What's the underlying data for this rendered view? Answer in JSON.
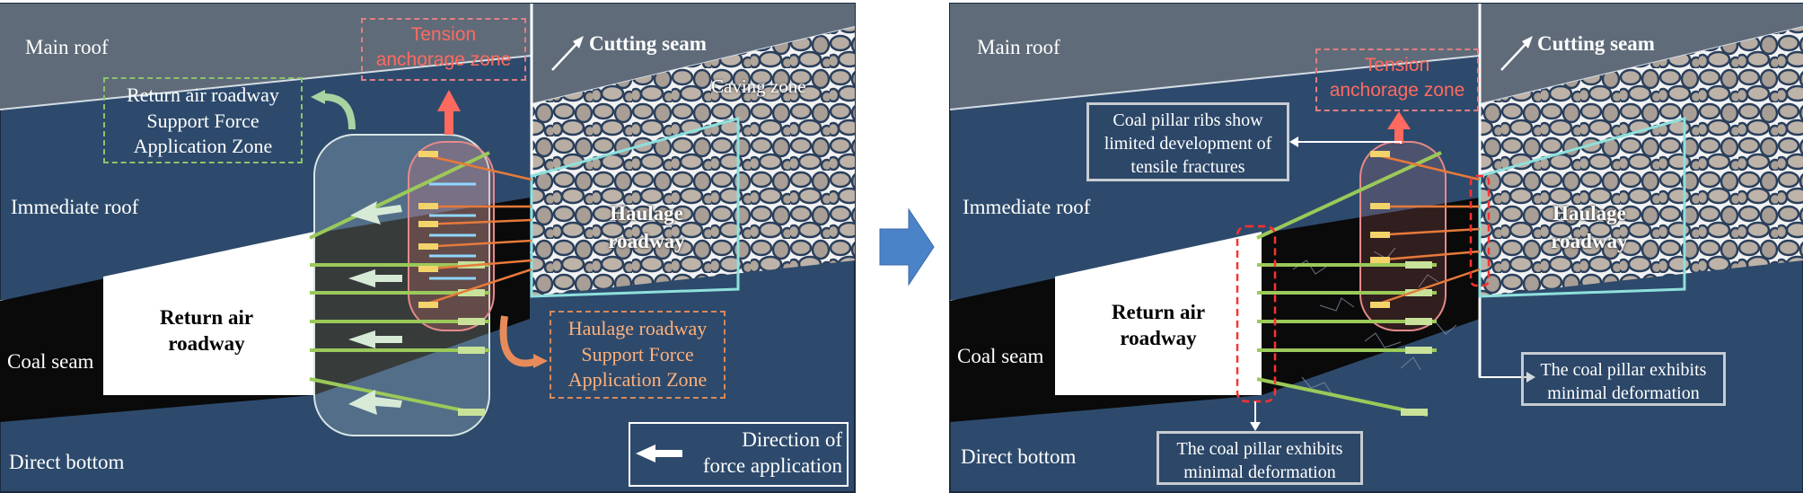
{
  "colors": {
    "rock_blue": "#2d4a6c",
    "main_roof_gray": "#5f6b79",
    "coal_black": "#0a0a0a",
    "roadway_white": "#ffffff",
    "tension_red": "#ff6a60",
    "green_bolt": "#9bc95a",
    "cable_orange": "#e67a3a",
    "teal_outline": "#8fe0dc"
  },
  "left_panel": {
    "labels": {
      "main_roof": "Main roof",
      "immediate_roof": "Immediate roof",
      "coal_seam": "Coal seam",
      "direct_bottom": "Direct bottom",
      "cutting_seam": "Cutting seam",
      "caving_zone": "Caving zone",
      "return_air_line1": "Return air",
      "return_air_line2": "roadway",
      "haulage_line1": "Haulage",
      "haulage_line2": "roadway"
    },
    "tension_zone": [
      "Tension",
      "anchorage zone"
    ],
    "return_support_zone": [
      "Return air roadway",
      "Support Force",
      "Application Zone"
    ],
    "haulage_support_zone": [
      "Haulage roadway",
      "Support Force",
      "Application Zone"
    ],
    "legend": [
      "Direction of",
      "force application"
    ]
  },
  "right_panel": {
    "labels": {
      "main_roof": "Main roof",
      "immediate_roof": "Immediate roof",
      "coal_seam": "Coal seam",
      "direct_bottom": "Direct bottom",
      "cutting_seam": "Cutting seam",
      "return_air_line1": "Return air",
      "return_air_line2": "roadway",
      "haulage_line1": "Haulage",
      "haulage_line2": "roadway"
    },
    "tension_zone": [
      "Tension",
      "anchorage zone"
    ],
    "notes": {
      "ribs": [
        "Coal pillar ribs show",
        "limited development of",
        "tensile fractures"
      ],
      "bottom": [
        "The coal pillar exhibits",
        "minimal deformation"
      ],
      "right": [
        "The coal pillar exhibits",
        "minimal deformation"
      ]
    }
  }
}
